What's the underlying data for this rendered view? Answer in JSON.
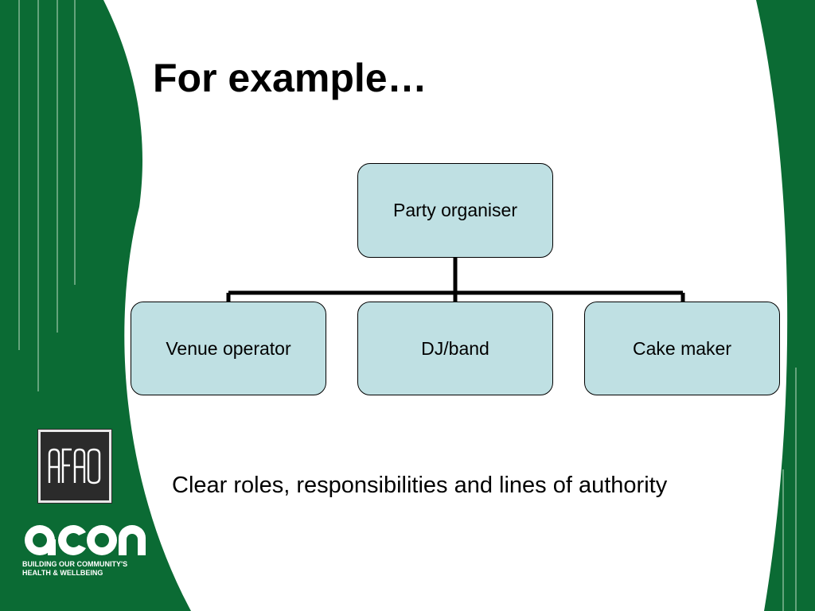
{
  "slide": {
    "title": "For example…",
    "caption": "Clear roles, responsibilities and lines of authority"
  },
  "org_chart": {
    "root": "Party organiser",
    "children": [
      "Venue operator",
      "DJ/band",
      "Cake maker"
    ]
  },
  "logos": {
    "afao_text": "AFAO",
    "acon_text": "acon",
    "acon_tagline_1": "BUILDING OUR COMMUNITY'S",
    "acon_tagline_2": "HEALTH & WELLBEING"
  },
  "colors": {
    "background_green": "#0b6b34",
    "node_fill": "#bfe0e3",
    "accent_line": "#9fc9ab"
  }
}
